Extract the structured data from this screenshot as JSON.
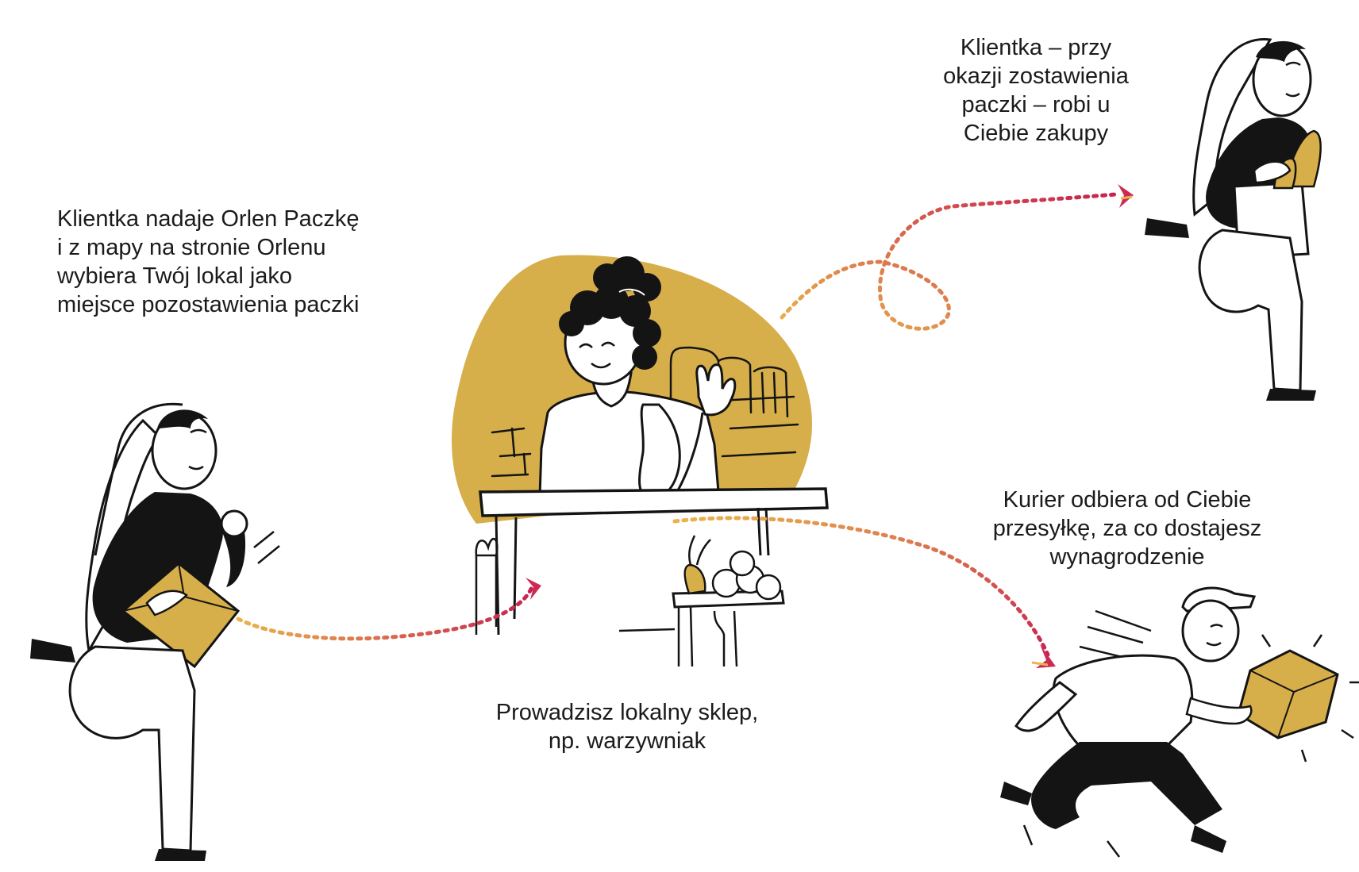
{
  "steps": [
    {
      "id": "send",
      "text": "Klientka nadaje Orlen Paczkę\ni z mapy na stronie Orlenu\nwybiera Twój lokal jako\nmiejsce pozostawienia paczki"
    },
    {
      "id": "shop",
      "text": "Prowadzisz lokalny sklep,\nnp. warzywniak"
    },
    {
      "id": "shopping",
      "text": "Klientka – przy\nokazji zostawienia\npaczki – robi u\nCiebie zakupy"
    },
    {
      "id": "courier",
      "text": "Kurier odbiera od Ciebie\nprzesyłkę, za co dostajesz\nwynagrodzenie"
    }
  ],
  "colors": {
    "accent": "#d6ae4a",
    "arrow_start": "#e8b24a",
    "arrow_end": "#cc2a55",
    "ink": "#141414"
  }
}
